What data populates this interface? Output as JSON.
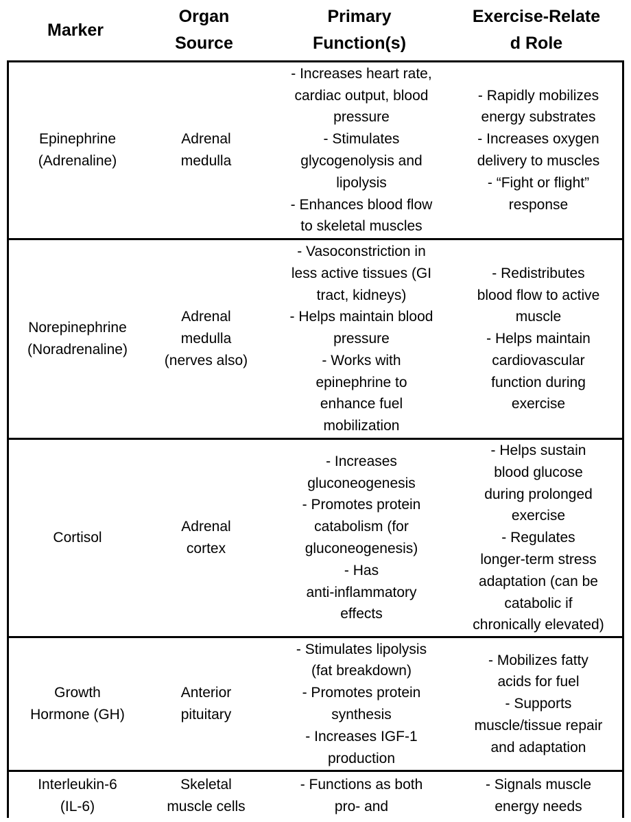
{
  "table": {
    "headers": [
      "Marker",
      "Organ\nSource",
      "Primary\nFunction(s)",
      "Exercise-Relate\nd Role"
    ],
    "rows": [
      {
        "marker": "Epinephrine\n(Adrenaline)",
        "source": "Adrenal\nmedulla",
        "function": "- Increases heart rate,\ncardiac output, blood\npressure\n- Stimulates\nglycogenolysis and\nlipolysis\n- Enhances blood flow\nto skeletal muscles",
        "role": "- Rapidly mobilizes\nenergy substrates\n- Increases oxygen\ndelivery to muscles\n- “Fight or flight”\nresponse"
      },
      {
        "marker": "Norepinephrine\n(Noradrenaline)",
        "source": "Adrenal\nmedulla\n(nerves also)",
        "function": "- Vasoconstriction in\nless active tissues (GI\ntract, kidneys)\n- Helps maintain blood\npressure\n- Works with\nepinephrine to\nenhance fuel\nmobilization",
        "role": "- Redistributes\nblood flow to active\nmuscle\n- Helps maintain\ncardiovascular\nfunction during\nexercise"
      },
      {
        "marker": "Cortisol",
        "source": "Adrenal\ncortex",
        "function": "- Increases\ngluconeogenesis\n- Promotes protein\ncatabolism (for\ngluconeogenesis)\n- Has\nanti-inflammatory\neffects",
        "role": "- Helps sustain\nblood glucose\nduring prolonged\nexercise\n- Regulates\nlonger-term stress\nadaptation (can be\ncatabolic if\nchronically elevated)"
      },
      {
        "marker": "Growth\nHormone (GH)",
        "source": "Anterior\npituitary",
        "function": "- Stimulates lipolysis\n(fat breakdown)\n- Promotes protein\nsynthesis\n- Increases IGF-1\nproduction",
        "role": "- Mobilizes fatty\nacids for fuel\n- Supports\nmuscle/tissue repair\nand adaptation"
      },
      {
        "marker": "Interleukin-6\n(IL-6)",
        "source": "Skeletal\nmuscle cells",
        "function": "- Functions as both\npro- and",
        "role": "- Signals muscle\nenergy needs"
      }
    ]
  }
}
